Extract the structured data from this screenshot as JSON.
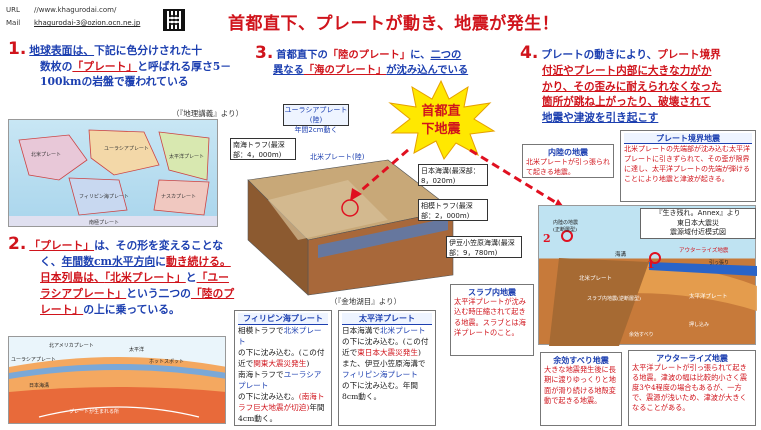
{
  "header": {
    "url_label": "URL",
    "url_value": "//www.khagurodai.com/",
    "mail_label": "Mail",
    "mail_value": "khagurodai-3@ozion.ocn.ne.jp",
    "title": "首都直下、プレートが動き、地震が発生！"
  },
  "section1": {
    "num": "1.",
    "line1a": "地球表面は、",
    "line1b": "下記に色分けされた十",
    "line2": "数枚の",
    "line2b": "「プレート」",
    "line2c": "と呼ばれる厚さ5－",
    "line3": "100kmの岩盤で覆われている",
    "source": "（『地理講義』より）"
  },
  "section2": {
    "num": "2.",
    "line1a": "「プレート」",
    "line1b": "は、その形を変えることな",
    "line2a": "く、",
    "line2b": "年間数cm水平方向",
    "line2c": "に",
    "line2d": "動き続ける。",
    "line3": "日本列島は、",
    "line3b": "「北米プレート」",
    "line3c": "と",
    "line3d": "「ユー",
    "line4": "ラシアプレート」",
    "line4b": "という二つの",
    "line4c": "「陸のプ",
    "line5": "レート」",
    "line5b": "の上に乗っている。"
  },
  "section3": {
    "num": "3.",
    "line1a": "首都直下の",
    "line1b": "「陸のプレート」",
    "line1c": "に、",
    "line1d": "二つの",
    "line2a": "異なる",
    "line2b": "「海のプレート」",
    "line2c": "が沈み込んでいる"
  },
  "section4": {
    "num": "4.",
    "line1": "プレートの動きにより、",
    "line1b": "プレート境界",
    "line2": "付近やプレート内部に大きな力がか",
    "line3": "かり、その歪みに耐えられなくなった",
    "line4": "箇所が跳ね上がったり、破壊されて",
    "line5": "地震や津波を引き起こす"
  },
  "burst": {
    "line1": "首都直",
    "line2": "下地震"
  },
  "diagram": {
    "eurasia_label": "ユーラシアプレート(陸)",
    "eurasia_speed": "年間2cm動く",
    "nankai": "南海トラフ(最深部：4，000m)",
    "hokubei": "北米プレート(陸)",
    "japan_trench": "日本海溝(最深部：8，020m)",
    "sagami": "相模トラフ(最深部：2，000m)",
    "izu": "伊豆小笠原海溝(最深部：9，780m)",
    "source": "（『金地湖目』より）"
  },
  "map": {
    "labels": [
      "北米プレート",
      "ユーラシアプレート",
      "太平洋プレート",
      "フィリピン海プレート",
      "ナスカプレート",
      "南極プレート"
    ]
  },
  "cross_section": {
    "labels": [
      "北アメリカプレート",
      "ユーラシアプレート",
      "太平洋",
      "ホットスポット",
      "日本海溝",
      "プレートが生まれる所"
    ]
  },
  "philippine_box": {
    "header": "フィリピン海プレート",
    "text1": "相模トラフで",
    "text1b": "北米プレート",
    "text2": "の下に沈み込む。(この付近で",
    "text2b": "関東大震災発生",
    "text3": ")",
    "text4": "南海トラフで",
    "text4b": "ユーラシアプレート",
    "text5": "の下に沈み込む。",
    "text5b": "(南海トラフ巨大地震が切迫)",
    "text6": "年間4cm動く。"
  },
  "pacific_box": {
    "header": "太平洋プレート",
    "text1": "日本海溝で",
    "text1b": "北米プレート",
    "text2": "の下に沈み込む。",
    "text2b": "(この付近で",
    "text2c": "東日本大震災発生",
    "text2d": ")",
    "text3": "また、伊豆小笠原海溝で",
    "text3b": "フィリピン海プレート",
    "text4": "の下に沈み込む。年間8cm動く。"
  },
  "right_panel": {
    "plate_boundary_header": "プレート境界地震",
    "plate_boundary_text": "北米プレートの先端部が沈み込む太平洋プレートに引きずられて、その歪が限界に達し、太平洋プレートの先端が弾けることにより地震と津波が起きる。",
    "inland_header": "内陸の地震",
    "inland_text": "北米プレートが引っ張られて起きる地震。",
    "annex_title": "『生き残れ。Annex』より",
    "annex_sub1": "東日本大震災",
    "annex_sub2": "震源域付近模式図",
    "slab_header": "スラブ内地震",
    "slab_text": "太平洋プレートが沈み込む時圧縮されて起きる地震。スラブとは海洋プレートのこと。",
    "after_header": "余効すべり地震",
    "after_text": "大きな地震発生後に長期に渡りゆっくりと地面が滑り続ける地殻変動で起きる地震。",
    "outer_header": "アウターライズ地震",
    "outer_text": "太平洋プレートが引っ張られて起きる地震。津波の幅は比較的小さく震度3や4程度の場合もあるが、一方で、震源が浅いため、津波が大きくなることがある。",
    "diagram_labels": [
      "内陸の地震",
      "(正断層型)",
      "北米プレート",
      "海溝",
      "アウターライズ地震",
      "太平洋プレート",
      "スラブ内地震(逆断層型)",
      "余効すべり",
      "引っ張り",
      "押し込み"
    ]
  }
}
